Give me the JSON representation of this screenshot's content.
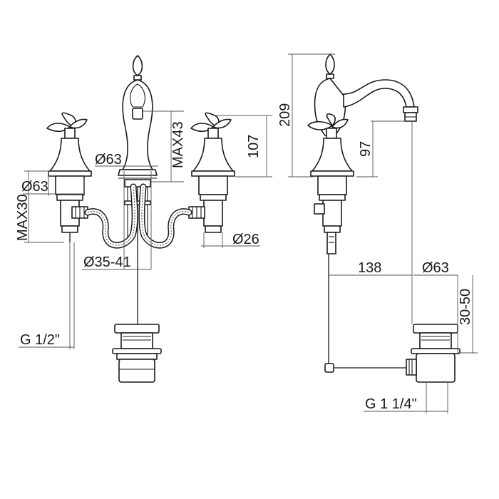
{
  "diagram": {
    "dimensions": {
      "front": {
        "spout_diameter": "Ø63",
        "max_deck_height": "MAX43",
        "handle_height": "107",
        "base_diameter": "Ø63",
        "max_shank": "MAX30",
        "hole_range": "Ø35-41",
        "tail_diameter": "Ø26",
        "thread": "G 1/2\""
      },
      "side": {
        "total_height": "209",
        "spout_height": "97",
        "projection": "138",
        "waste_diameter": "Ø63",
        "waste_height": "30-50",
        "waste_thread": "G 1 1/4\""
      }
    },
    "line_color": "#1a1a1a",
    "dimension_color": "#555555"
  }
}
